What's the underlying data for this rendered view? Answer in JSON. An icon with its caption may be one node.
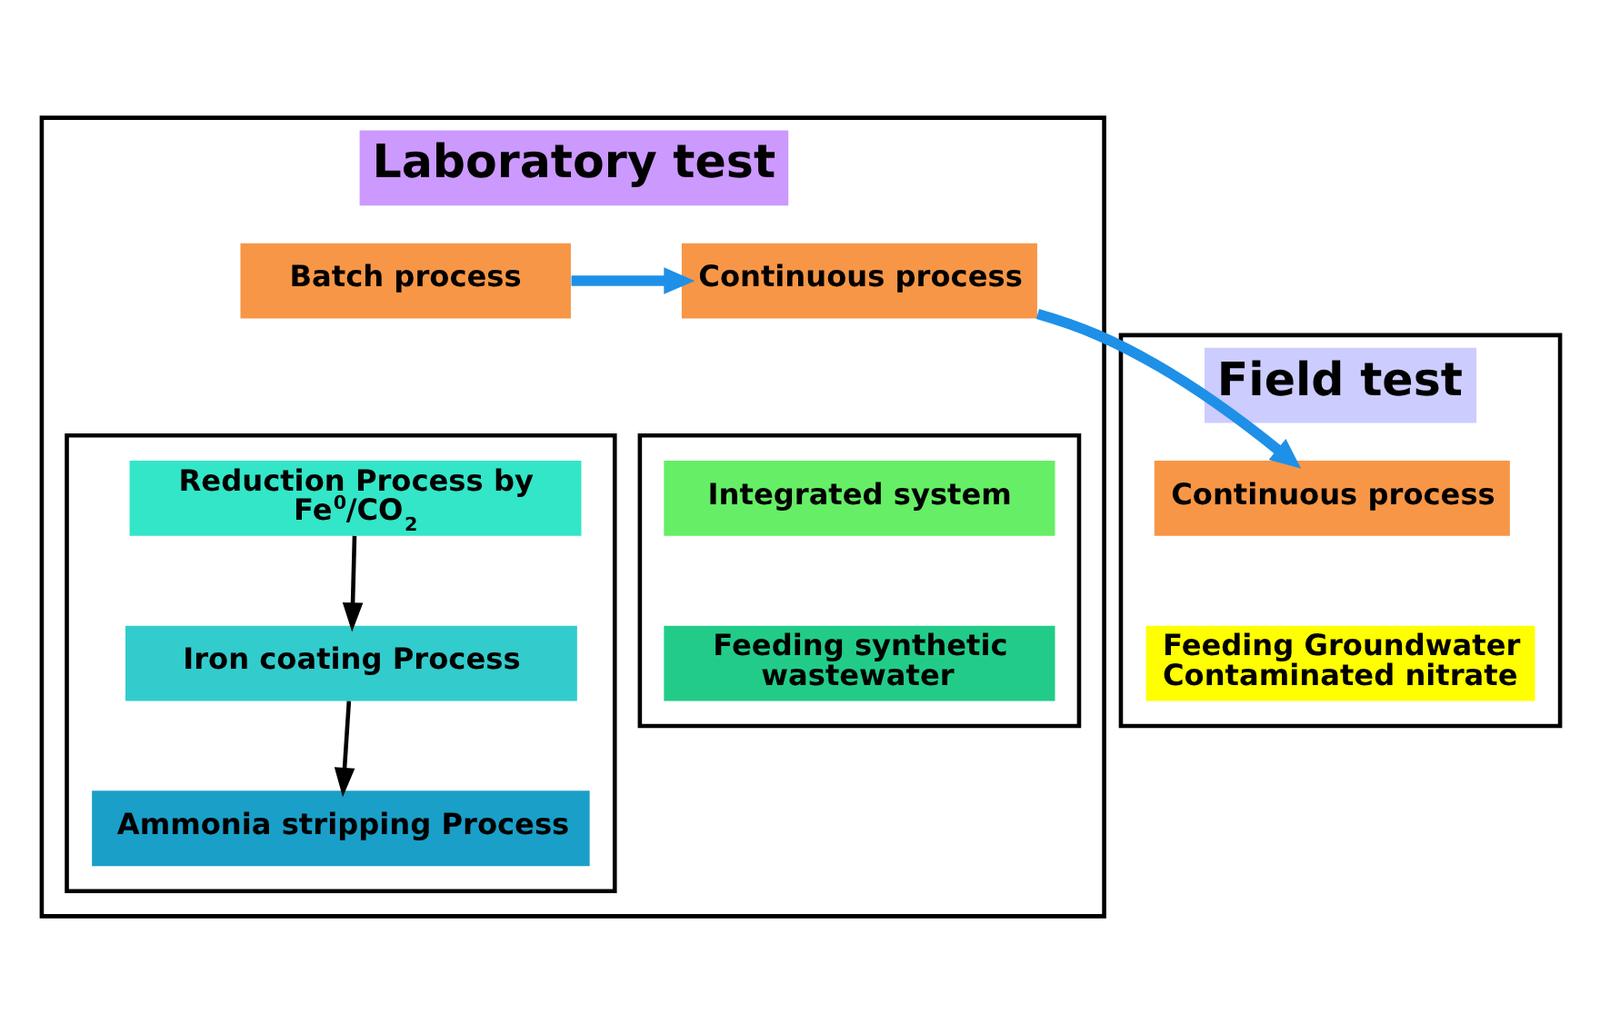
{
  "diagram": {
    "nodes": [
      {
        "text": [
          "Laboratory test"
        ]
      },
      {
        "text": [
          "Batch process"
        ],
        "in": 0
      },
      {
        "text": [
          "Continuous process"
        ],
        "in": 0
      },
      {
        "text": [],
        "shape": "box",
        "in": 0
      },
      {
        "text": [
          "Reduction Process by Fe$^{0}$/CO$_{2}$"
        ],
        "in": 3
      },
      {
        "text": [
          "Iron coating Process"
        ],
        "in": 3
      },
      {
        "text": [
          "Ammonia stripping Process"
        ],
        "in": 3
      },
      {
        "text": [],
        "shape": "box",
        "in": 0
      },
      {
        "text": [
          "Integrated system"
        ],
        "in": 7
      },
      {
        "text": [
          "Feeding synthetic wastewater"
        ],
        "in": 7
      },
      {
        "text": [
          "Field test"
        ]
      },
      {
        "text": [
          "Continuous process"
        ],
        "in": 10
      },
      {
        "text": [
          "Feeding Groundwater Contaminated nitrate"
        ],
        "in": 10
      }
    ],
    "edges": [
      {
        "from": 1,
        "to": 2,
        "arrow": "to",
        "style": "thick",
        "color": "#1e90e8"
      },
      {
        "from": 2,
        "to": 11,
        "arrow": "to",
        "style": "thick",
        "color": "#1e90e8"
      },
      {
        "from": 4,
        "to": 5,
        "arrow": "to",
        "color": "#000000"
      },
      {
        "from": 5,
        "to": 6,
        "arrow": "to",
        "color": "#000000"
      }
    ]
  }
}
